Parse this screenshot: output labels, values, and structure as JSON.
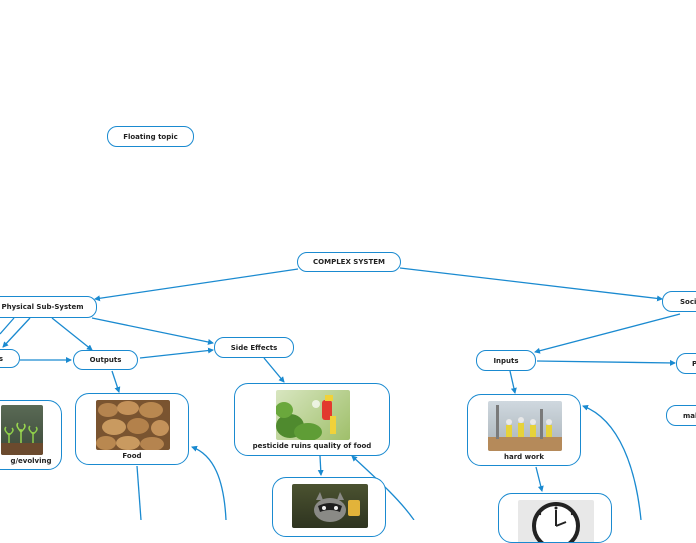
{
  "colors": {
    "line": "#1a8ad0",
    "text": "#222222"
  },
  "nodes": {
    "floating": "Floating topic",
    "root": "COMPLEX SYSTEM",
    "physical": "Physical Sub-System",
    "social": "Soci",
    "left_partial": "s",
    "outputs": "Outputs",
    "side_effects": "Side Effects",
    "inputs": "Inputs",
    "right_p_partial": "P",
    "right_mak_partial": "mak"
  },
  "cards": {
    "growing": {
      "caption": "g/evolving",
      "image": "seedlings-photo"
    },
    "food": {
      "caption": "Food",
      "image": "potatoes-photo"
    },
    "pesticide": {
      "caption": "pesticide ruins quality of food",
      "image": "pesticide-spray-photo"
    },
    "hard_work": {
      "caption": "hard work",
      "image": "farm-workers-photo"
    },
    "raccoon": {
      "caption": "",
      "image": "raccoon-photo"
    },
    "clock": {
      "caption": "",
      "image": "clock-photo"
    }
  }
}
